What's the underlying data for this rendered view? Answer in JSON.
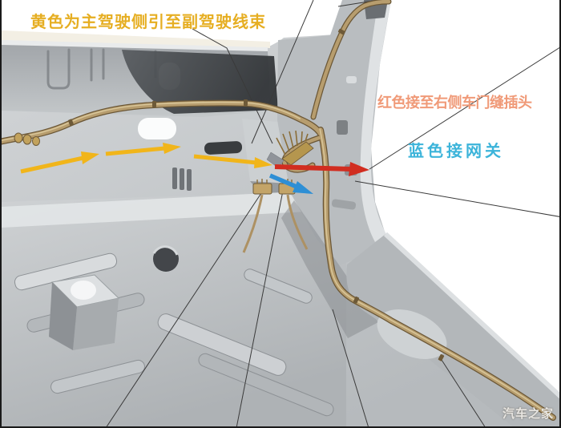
{
  "annotations": {
    "yellow_note": {
      "text": "黄色为主驾驶侧引至副驾驶线束"
    },
    "red_note": {
      "text": "红色接至右侧车门缝插头"
    },
    "blue_note": {
      "text": "蓝色接网关"
    }
  },
  "watermark": {
    "text": "汽车之家"
  },
  "colors": {
    "note_yellow": "#e6ae22",
    "note_red": "#f09a78",
    "note_blue": "#3cb4da",
    "arrow_yellow": "#f1b51a",
    "arrow_red": "#d12d20",
    "arrow_blue": "#2e8fd5",
    "harness_tan": "#b79d6e",
    "watermark_gray": "#e9e7e3"
  }
}
